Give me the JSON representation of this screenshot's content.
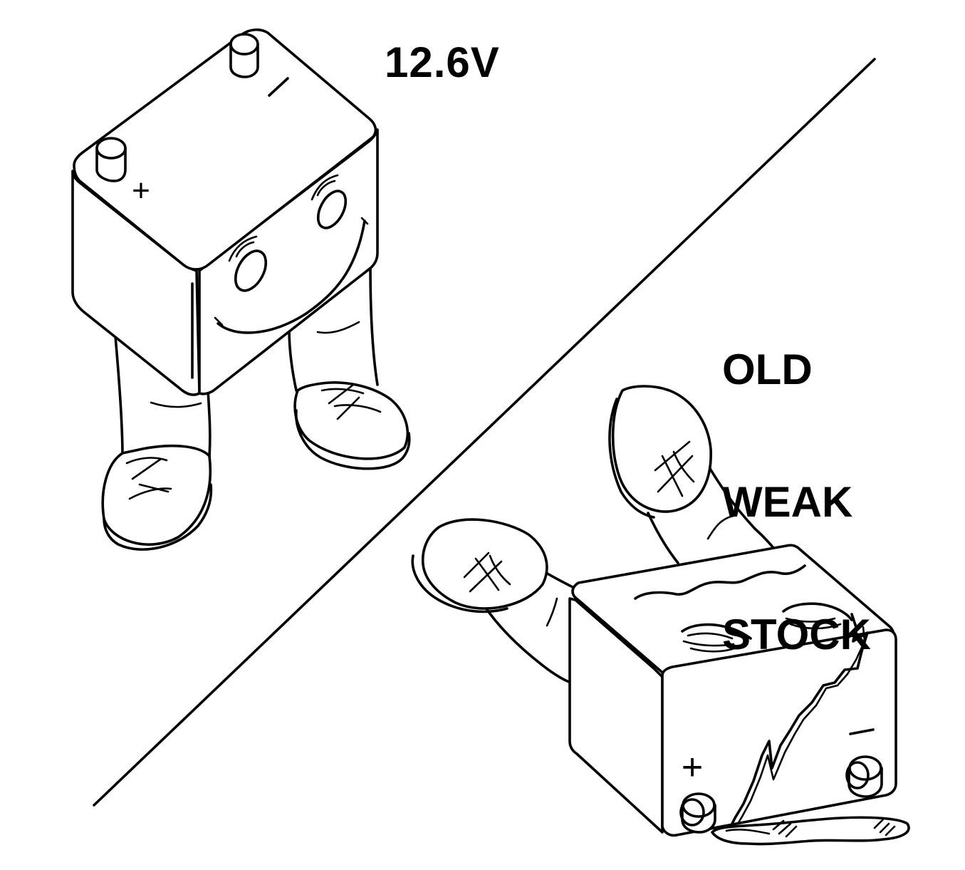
{
  "labels": {
    "good_battery_voltage": "12.6V",
    "weak_battery_lines": [
      "OLD",
      "WEAK",
      "STOCK"
    ]
  },
  "terminals": {
    "good": {
      "positive": "+",
      "negative": "–"
    },
    "weak": {
      "positive": "+",
      "negative": "–"
    }
  },
  "colors": {
    "ink": "#000000",
    "background": "#ffffff"
  }
}
